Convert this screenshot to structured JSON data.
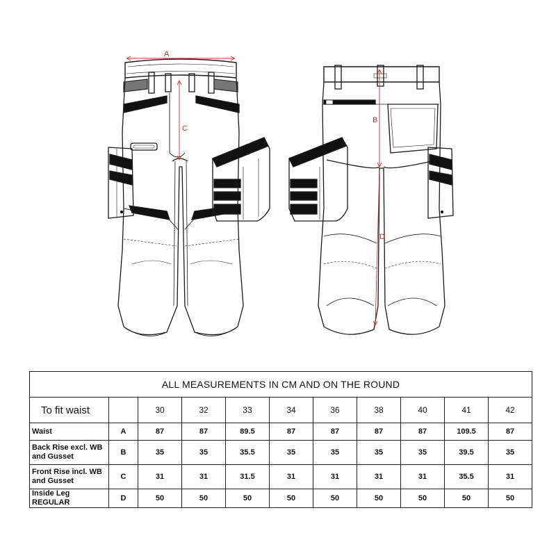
{
  "diagram": {
    "labels": {
      "a": "A",
      "b": "B",
      "c": "C",
      "d": "D"
    },
    "colors": {
      "outline": "#1a1a1a",
      "measure": "#c0392b",
      "panel": "#111111"
    }
  },
  "table": {
    "title": "ALL MEASUREMENTS IN CM AND ON THE ROUND",
    "size_header": "To fit waist",
    "sizes": [
      "30",
      "32",
      "33",
      "34",
      "36",
      "38",
      "40",
      "41",
      "42"
    ],
    "rows": [
      {
        "label": "Waist",
        "code": "A",
        "values": [
          "87",
          "87",
          "89.5",
          "87",
          "87",
          "87",
          "87",
          "109.5",
          "87"
        ]
      },
      {
        "label": "Back Rise excl. WB and Gusset",
        "code": "B",
        "values": [
          "35",
          "35",
          "35.5",
          "35",
          "35",
          "35",
          "35",
          "39.5",
          "35"
        ]
      },
      {
        "label": "Front Rise incl. WB and Gusset",
        "code": "C",
        "values": [
          "31",
          "31",
          "31.5",
          "31",
          "31",
          "31",
          "31",
          "35.5",
          "31"
        ]
      },
      {
        "label": "Inside Leg REGULAR",
        "code": "D",
        "values": [
          "50",
          "50",
          "50",
          "50",
          "50",
          "50",
          "50",
          "50",
          "50"
        ]
      }
    ]
  }
}
